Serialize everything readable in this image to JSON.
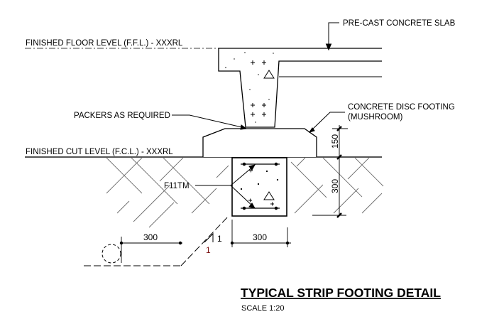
{
  "drawing": {
    "title": "TYPICAL STRIP FOOTING DETAIL",
    "scale": "SCALE 1:20",
    "labels": {
      "precast_slab": "PRE-CAST CONCRETE SLAB",
      "ffl": "FINISHED FLOOR LEVEL (F.F.L.) - XXXRL",
      "disc_footing_1": "CONCRETE DISC FOOTING",
      "disc_footing_2": "(MUSHROOM)",
      "packers": "PACKERS AS REQUIRED",
      "fcl": "FINISHED CUT LEVEL (F.C.L.) - XXXRL",
      "reinforcement": "F11TM"
    },
    "dimensions": {
      "disc_height": "150",
      "trench_depth": "300",
      "offset_width": "300",
      "trench_width": "300",
      "slope_rise": "1",
      "slope_run": "1"
    },
    "colors": {
      "line": "#000000",
      "hatch": "#6e6e6e",
      "ground": "#555555",
      "slope_run": "#7a1010"
    }
  }
}
